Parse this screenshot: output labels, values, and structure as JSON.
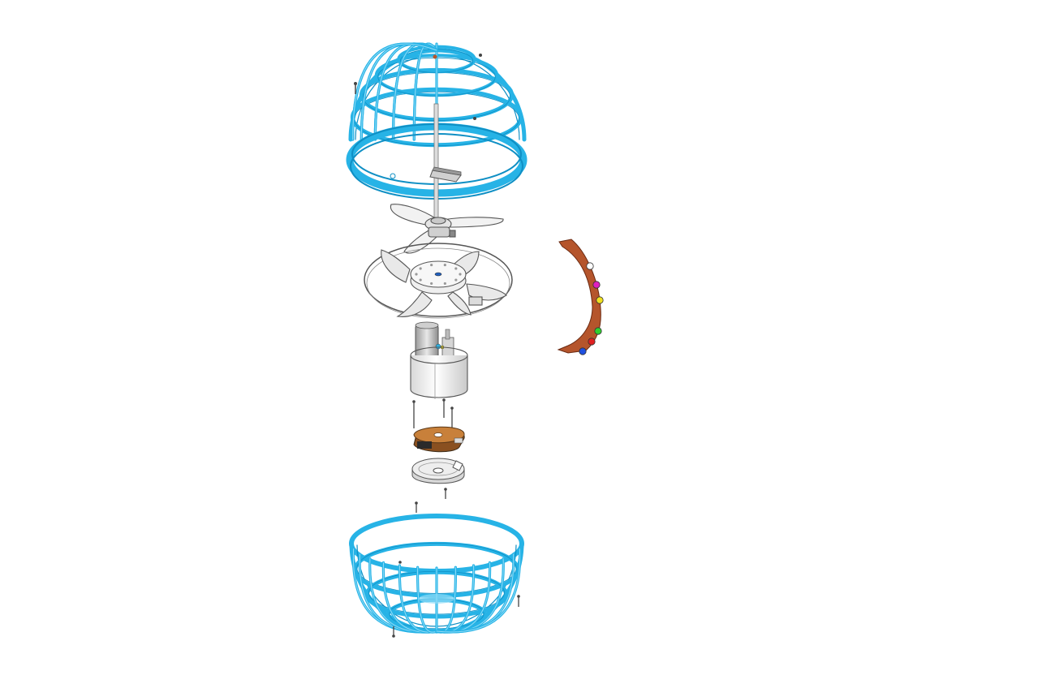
{
  "diagram": {
    "type": "exploded-assembly",
    "colors": {
      "cage": "#27b3e6",
      "cage_dark": "#0f8fc4",
      "cage_light": "#8fdcf7",
      "plastic": "#eeeeee",
      "plastic_stroke": "#555555",
      "pcb": "#c8803a",
      "pcb_dark": "#8a5020",
      "led_strip": "#b5552c",
      "screw": "#444444"
    },
    "led_colors": [
      "#ffffff",
      "#e020c0",
      "#f0e020",
      "#30d030",
      "#e02020",
      "#2050e0"
    ],
    "parts": [
      {
        "name": "top-cage-hemisphere",
        "icon": "cage-dome-icon"
      },
      {
        "name": "cage-ring",
        "icon": "cage-ring-icon"
      },
      {
        "name": "propeller",
        "icon": "propeller-icon"
      },
      {
        "name": "rotor-fan",
        "icon": "fan-icon"
      },
      {
        "name": "motor-battery-housing",
        "icon": "cylinder-icon"
      },
      {
        "name": "circuit-board",
        "icon": "pcb-icon"
      },
      {
        "name": "base-plate",
        "icon": "base-plate-icon"
      },
      {
        "name": "bottom-cage-hemisphere",
        "icon": "cage-bowl-icon"
      },
      {
        "name": "led-strip",
        "icon": "led-strip-icon"
      }
    ]
  }
}
